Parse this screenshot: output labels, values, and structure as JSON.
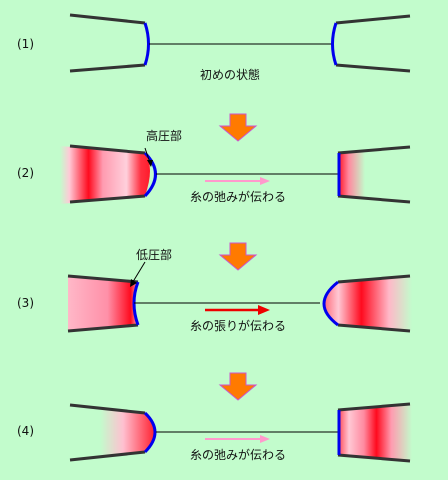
{
  "steps": [
    {
      "label": "(1)",
      "caption": "初めの状態"
    },
    {
      "label": "(2)",
      "caption": "糸の弛みが伝わる",
      "callout": "高圧部"
    },
    {
      "label": "(3)",
      "caption": "糸の張りが伝わる",
      "callout": "低圧部"
    },
    {
      "label": "(4)",
      "caption": "糸の弛みが伝わる"
    }
  ],
  "colors": {
    "background": "#c2fccc",
    "cup_outline": "#333333",
    "membrane": "#0000ee",
    "string": "#000000",
    "pressure_peak": "#ff0000",
    "pressure_mid": "#ffb3c6",
    "step_arrow_fill": "#ff7a00",
    "step_arrow_stroke": "#cc55cc",
    "wave_arrow_slack": "#ff99cc",
    "wave_arrow_tension": "#ee0000"
  }
}
